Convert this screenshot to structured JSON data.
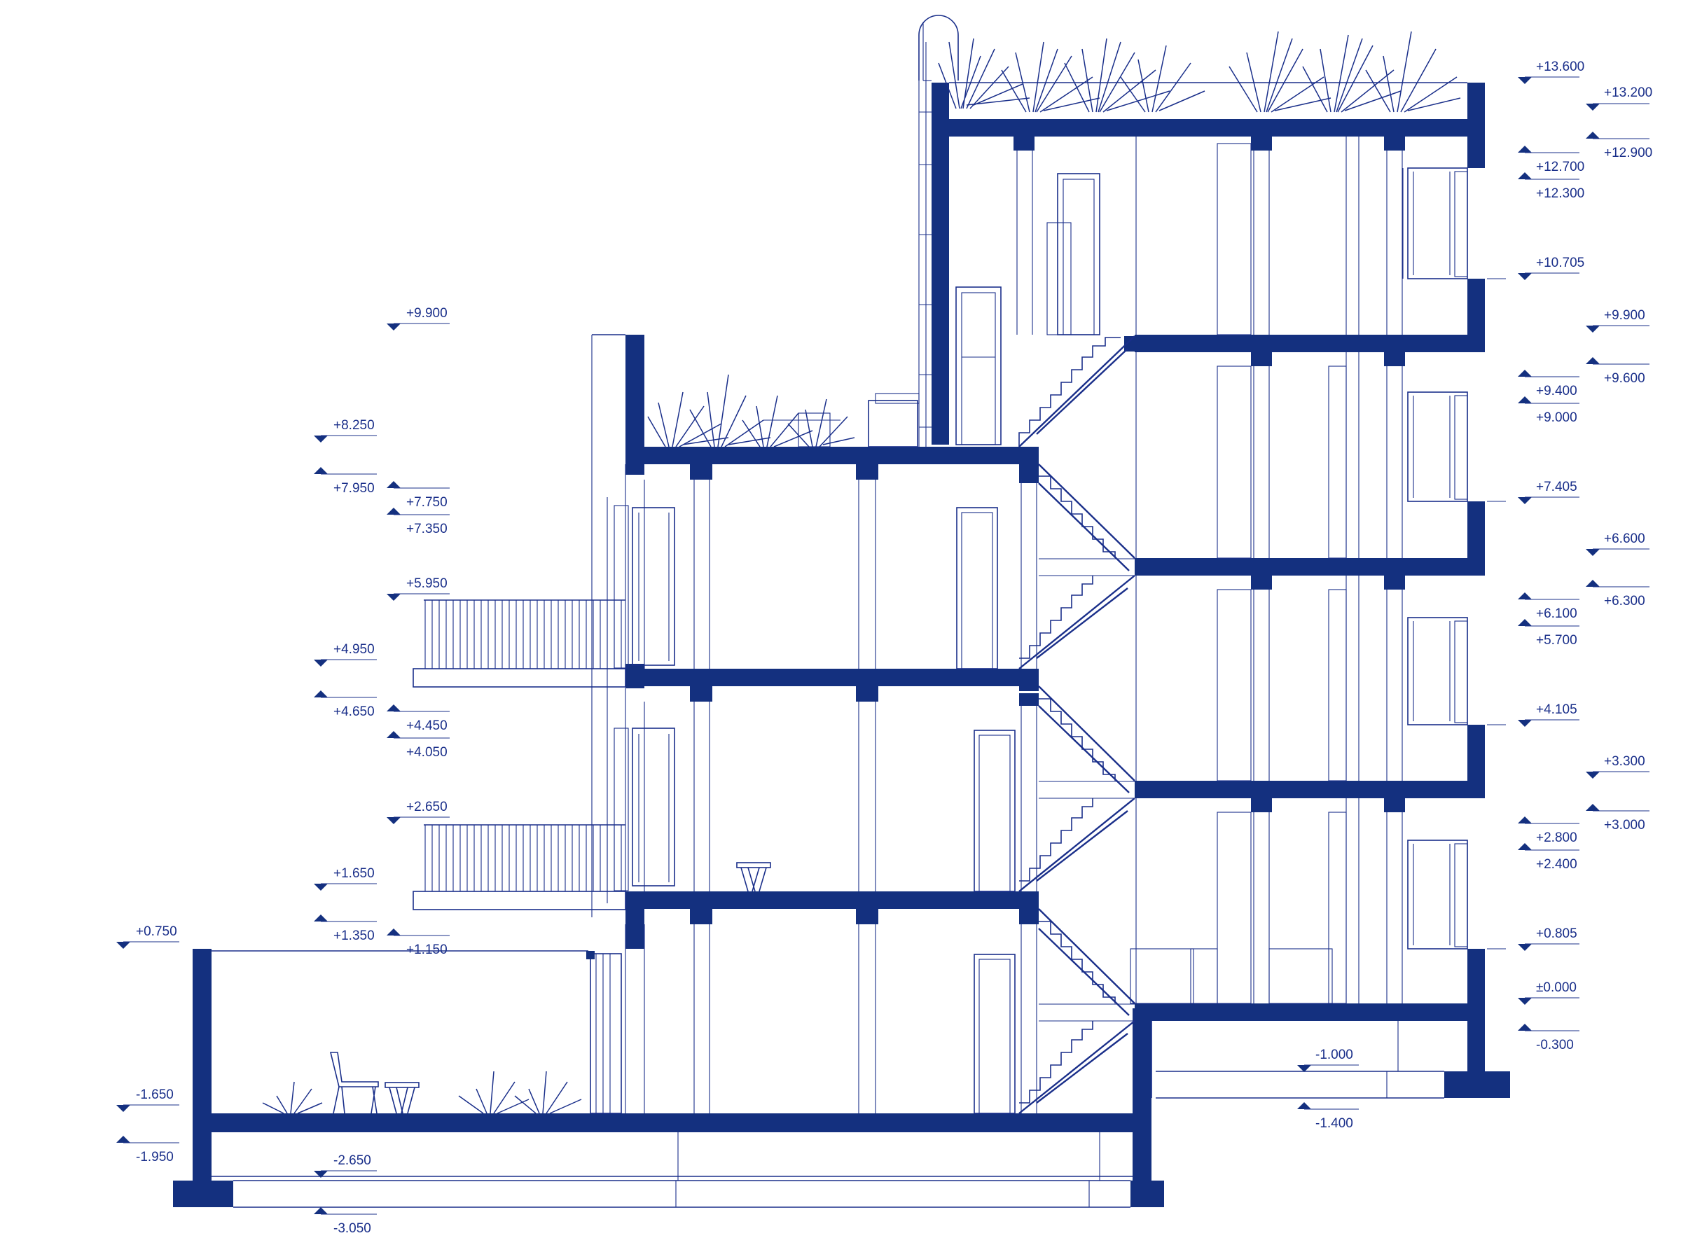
{
  "drawing": {
    "type": "architectural-section",
    "ink_color": "#1a2f8a",
    "solid_color": "#14307f"
  },
  "level_markers": [
    {
      "id": "r-13600",
      "value": "+13.600",
      "orientation": "down"
    },
    {
      "id": "r-13200",
      "value": "+13.200",
      "orientation": "down"
    },
    {
      "id": "r-12900",
      "value": "+12.900",
      "orientation": "up"
    },
    {
      "id": "r-12700",
      "value": "+12.700",
      "orientation": "up"
    },
    {
      "id": "r-12300",
      "value": "+12.300",
      "orientation": "up"
    },
    {
      "id": "r-10705",
      "value": "+10.705",
      "orientation": "down"
    },
    {
      "id": "r-9900",
      "value": "+9.900",
      "orientation": "down"
    },
    {
      "id": "r-9600",
      "value": "+9.600",
      "orientation": "up"
    },
    {
      "id": "r-9400",
      "value": "+9.400",
      "orientation": "up"
    },
    {
      "id": "r-9000",
      "value": "+9.000",
      "orientation": "up"
    },
    {
      "id": "r-7405",
      "value": "+7.405",
      "orientation": "down"
    },
    {
      "id": "r-6600",
      "value": "+6.600",
      "orientation": "down"
    },
    {
      "id": "r-6300",
      "value": "+6.300",
      "orientation": "up"
    },
    {
      "id": "r-6100",
      "value": "+6.100",
      "orientation": "up"
    },
    {
      "id": "r-5700",
      "value": "+5.700",
      "orientation": "up"
    },
    {
      "id": "r-4105",
      "value": "+4.105",
      "orientation": "down"
    },
    {
      "id": "r-3300",
      "value": "+3.300",
      "orientation": "down"
    },
    {
      "id": "r-3000",
      "value": "+3.000",
      "orientation": "up"
    },
    {
      "id": "r-2800",
      "value": "+2.800",
      "orientation": "up"
    },
    {
      "id": "r-2400",
      "value": "+2.400",
      "orientation": "up"
    },
    {
      "id": "r-0805",
      "value": "+0.805",
      "orientation": "down"
    },
    {
      "id": "r-0000",
      "value": "±0.000",
      "orientation": "down"
    },
    {
      "id": "r-m0300",
      "value": "-0.300",
      "orientation": "up"
    },
    {
      "id": "r-m1000",
      "value": "-1.000",
      "orientation": "down"
    },
    {
      "id": "r-m1400",
      "value": "-1.400",
      "orientation": "up"
    },
    {
      "id": "l-9900",
      "value": "+9.900",
      "orientation": "down"
    },
    {
      "id": "l-8250",
      "value": "+8.250",
      "orientation": "down"
    },
    {
      "id": "l-7950",
      "value": "+7.950",
      "orientation": "up"
    },
    {
      "id": "l-7750",
      "value": "+7.750",
      "orientation": "up"
    },
    {
      "id": "l-7350",
      "value": "+7.350",
      "orientation": "up"
    },
    {
      "id": "l-5950",
      "value": "+5.950",
      "orientation": "down"
    },
    {
      "id": "l-4950",
      "value": "+4.950",
      "orientation": "down"
    },
    {
      "id": "l-4650",
      "value": "+4.650",
      "orientation": "up"
    },
    {
      "id": "l-4450",
      "value": "+4.450",
      "orientation": "up"
    },
    {
      "id": "l-4050",
      "value": "+4.050",
      "orientation": "up"
    },
    {
      "id": "l-2650",
      "value": "+2.650",
      "orientation": "down"
    },
    {
      "id": "l-1650",
      "value": "+1.650",
      "orientation": "down"
    },
    {
      "id": "l-1350",
      "value": "+1.350",
      "orientation": "up"
    },
    {
      "id": "l-1150",
      "value": "+1.150",
      "orientation": "up"
    },
    {
      "id": "l-0750",
      "value": "+0.750",
      "orientation": "down"
    },
    {
      "id": "l-m1650",
      "value": "-1.650",
      "orientation": "down"
    },
    {
      "id": "l-m1950",
      "value": "-1.950",
      "orientation": "up"
    },
    {
      "id": "l-m2650",
      "value": "-2.650",
      "orientation": "down"
    },
    {
      "id": "l-m3050",
      "value": "-3.050",
      "orientation": "up"
    }
  ]
}
